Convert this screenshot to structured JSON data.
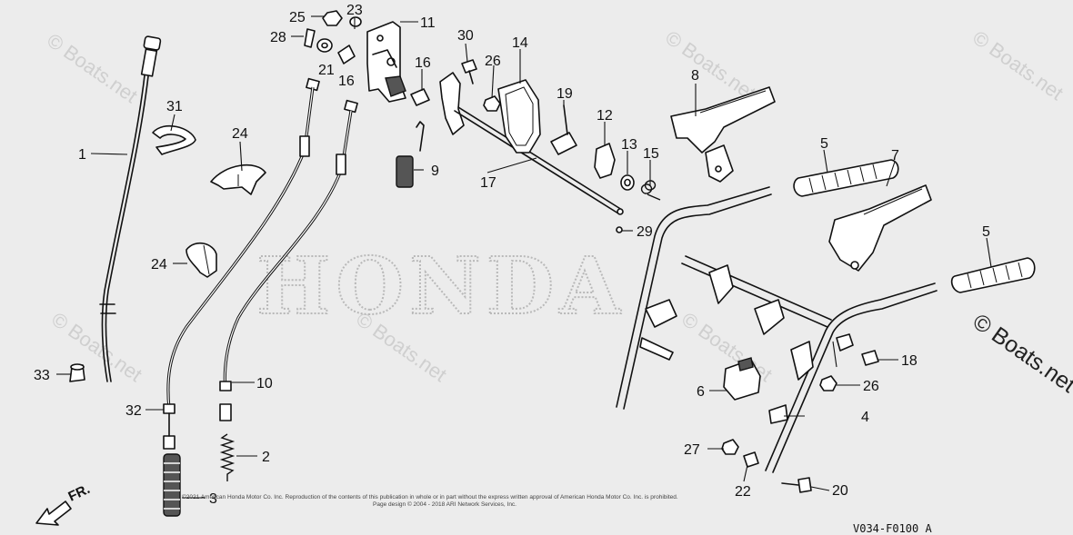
{
  "watermark": "© Boats.net",
  "brand_watermark": "HONDA",
  "diagram_code": "V034-F0100  A",
  "direction_label": "FR.",
  "copyright_line1": "©2021 American Honda Motor Co. Inc. Reproduction of the contents of this publication in whole or in part without the express written approval of American Honda Motor Co. Inc. is prohibited.",
  "copyright_line2": "Page design © 2004 - 2018 ARI Network Services, Inc.",
  "callouts": {
    "c1": "1",
    "c2": "2",
    "c3": "3",
    "c4": "4",
    "c5a": "5",
    "c5b": "5",
    "c6": "6",
    "c7": "7",
    "c8": "8",
    "c9": "9",
    "c10": "10",
    "c11": "11",
    "c12": "12",
    "c13": "13",
    "c14": "14",
    "c15": "15",
    "c16a": "16",
    "c16b": "16",
    "c17": "17",
    "c18": "18",
    "c19": "19",
    "c20": "20",
    "c21": "21",
    "c22": "22",
    "c23": "23",
    "c24a": "24",
    "c24b": "24",
    "c25": "25",
    "c26a": "26",
    "c26b": "26",
    "c27": "27",
    "c28": "28",
    "c29": "29",
    "c30": "30",
    "c31": "31",
    "c32": "32",
    "c33": "33"
  }
}
